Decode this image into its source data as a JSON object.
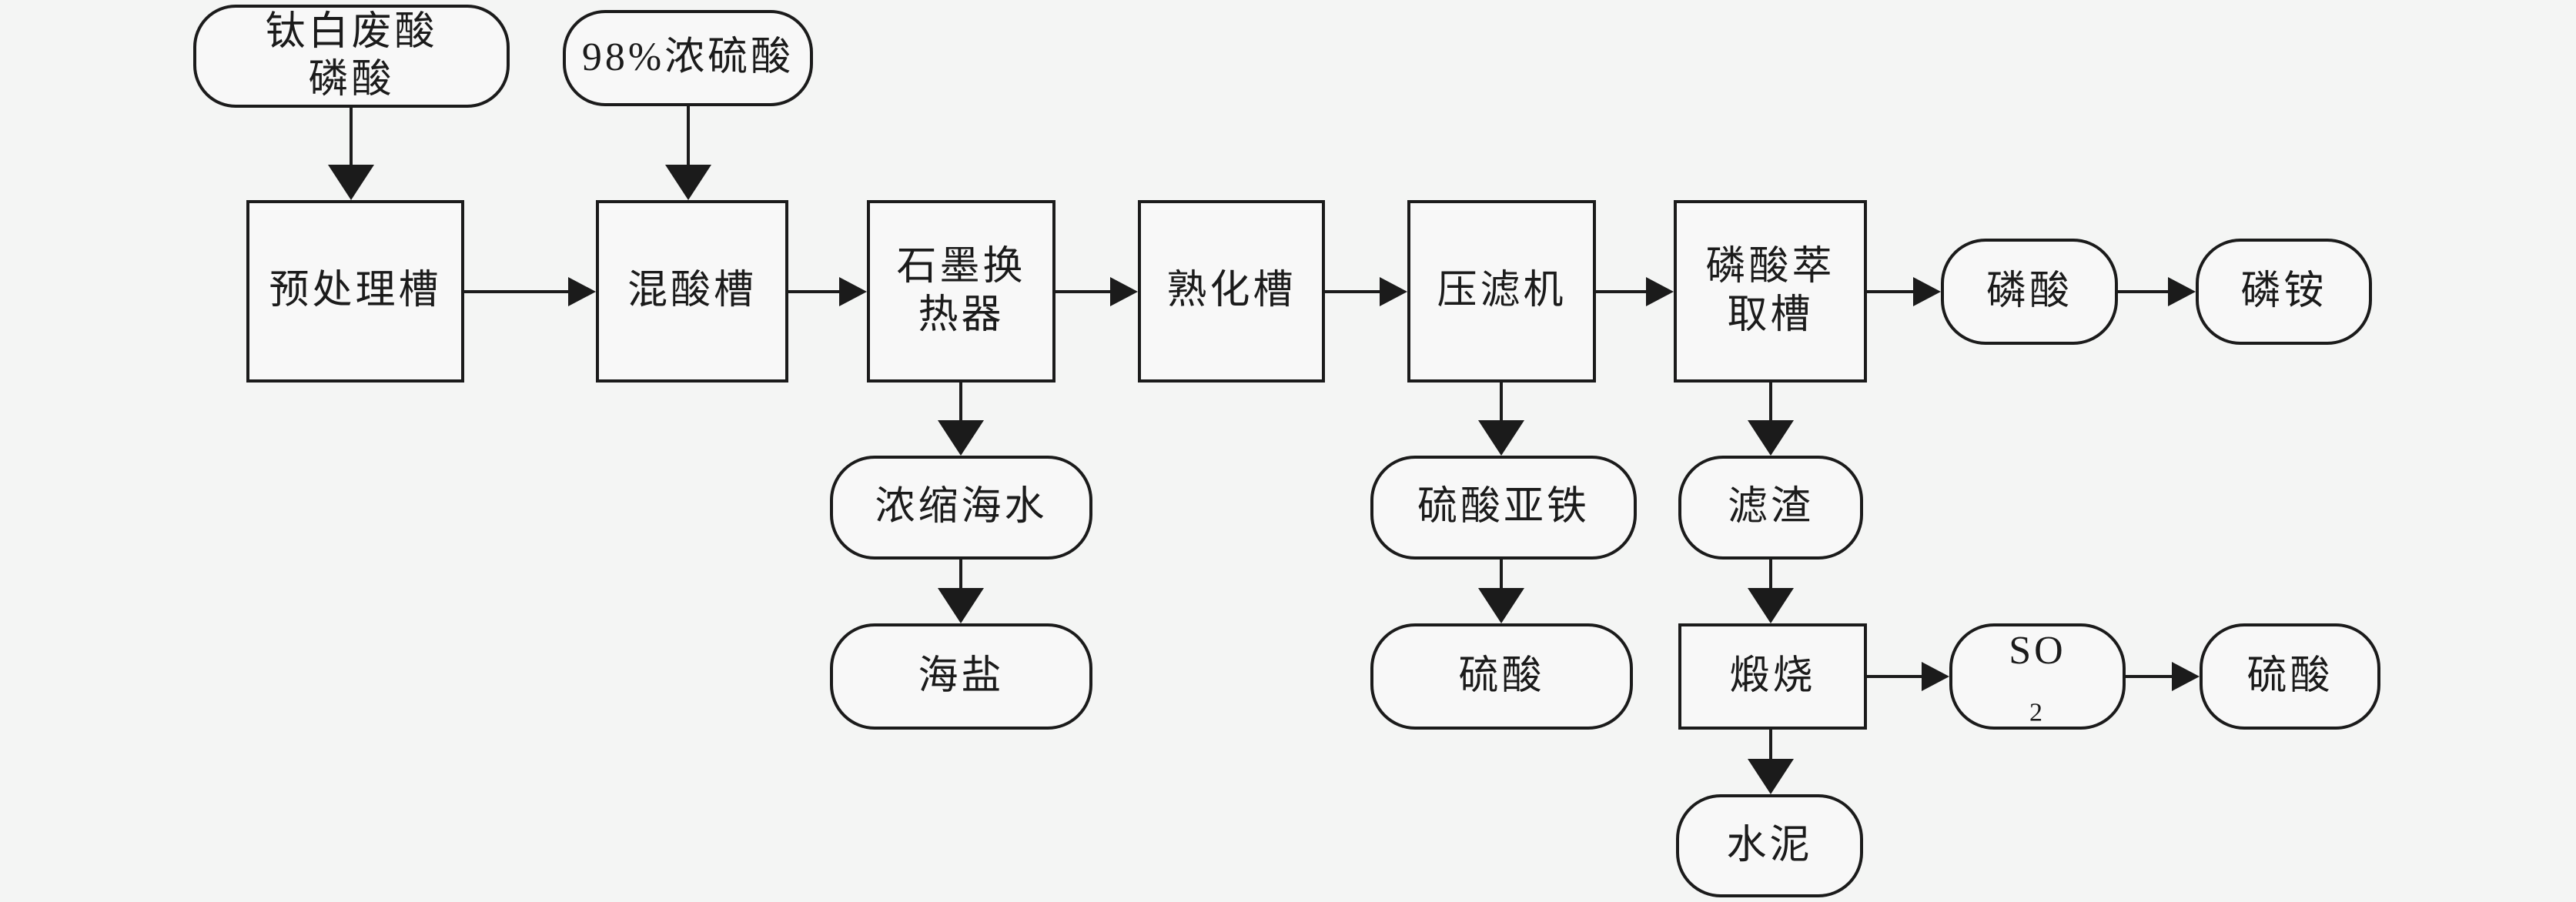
{
  "diagram": {
    "type": "process-flowchart",
    "language": "zh-CN",
    "colors": {
      "line": "#1b1b1b",
      "background": "#f4f5f4",
      "node_fill": "#f8f8f8"
    }
  },
  "nodes": {
    "titanium_waste_acid": {
      "line1": "钛白废酸",
      "line2": "磷酸"
    },
    "sulfuric_acid_98": {
      "line1": "98%浓硫酸"
    },
    "pretreatment_tank": {
      "line1": "预处理槽"
    },
    "mixed_acid_tank": {
      "line1": "混酸槽"
    },
    "graphite_heat_exchanger": {
      "line1": "石墨换",
      "line2": "热器"
    },
    "aging_tank": {
      "line1": "熟化槽"
    },
    "filter_press": {
      "line1": "压滤机"
    },
    "phosphoric_extraction_tank": {
      "line1": "磷酸萃",
      "line2": "取槽"
    },
    "phosphoric_acid": {
      "line1": "磷酸"
    },
    "ammonium_phosphate": {
      "line1": "磷铵"
    },
    "concentrated_seawater": {
      "line1": "浓缩海水"
    },
    "sea_salt": {
      "line1": "海盐"
    },
    "ferrous_sulfate": {
      "line1": "硫酸亚铁"
    },
    "sulfuric_acid_from_ferrous": {
      "line1": "硫酸"
    },
    "filter_residue": {
      "line1": "滤渣"
    },
    "calcination": {
      "line1": "煅烧"
    },
    "so2": {
      "base": "SO",
      "sub": "2"
    },
    "sulfuric_acid_from_so2": {
      "line1": "硫酸"
    },
    "cement": {
      "line1": "水泥"
    }
  }
}
